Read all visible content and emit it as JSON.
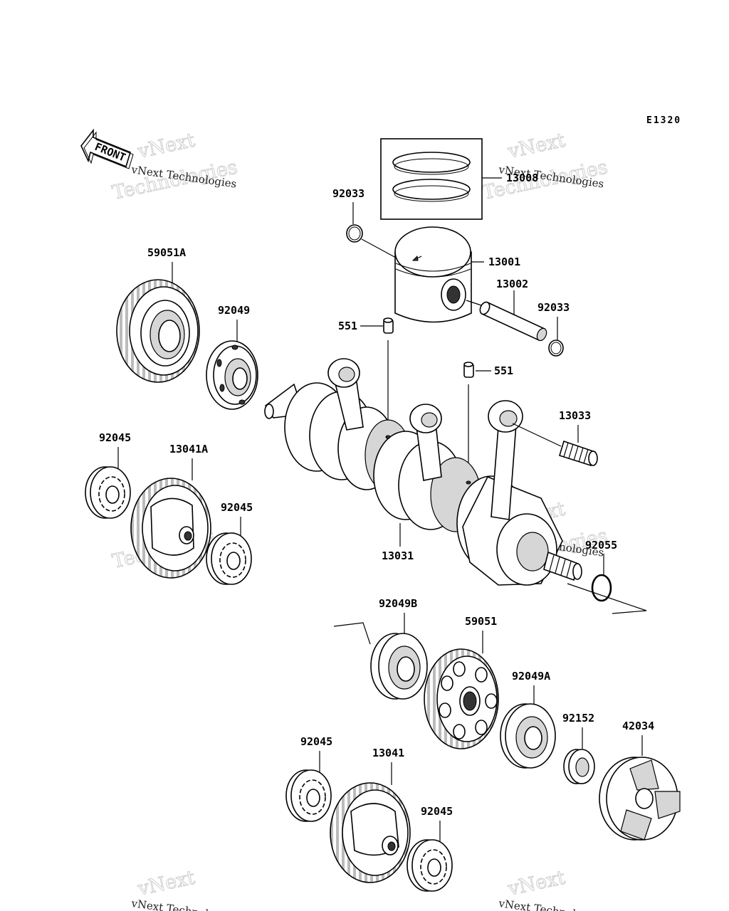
{
  "diagram_code": "E1320",
  "front_arrow_label": "FRONT",
  "watermark": {
    "brand": "vNext",
    "word": "Technologies",
    "caption": "vNext Technologies"
  },
  "callouts": {
    "p13008": "13008",
    "p92033_top": "92033",
    "p13001": "13001",
    "p13002": "13002",
    "p92033_pin": "92033",
    "p551_a": "551",
    "p551_b": "551",
    "p59051A": "59051A",
    "p92049": "92049",
    "p13033": "13033",
    "p92045_a": "92045",
    "p13041A": "13041A",
    "p92045_b": "92045",
    "p13031": "13031",
    "p92055": "92055",
    "p92049B": "92049B",
    "p59051": "59051",
    "p92049A": "92049A",
    "p92152": "92152",
    "p42034": "42034",
    "p92045_c": "92045",
    "p13041": "13041",
    "p92045_d": "92045"
  }
}
